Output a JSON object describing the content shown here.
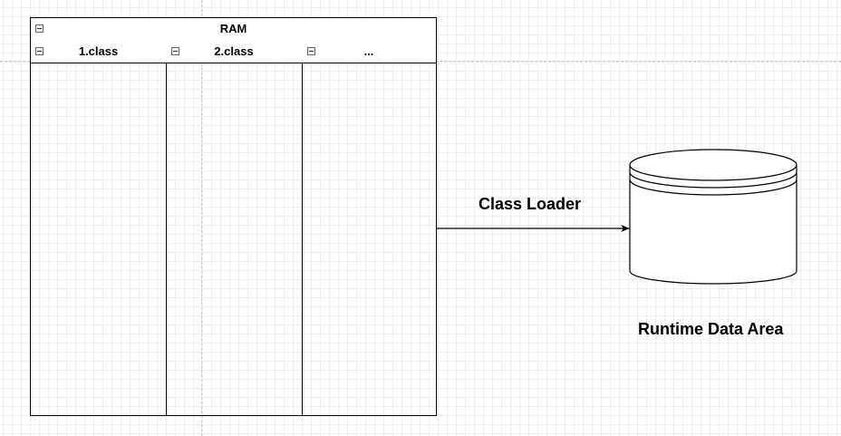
{
  "ram": {
    "title": "RAM",
    "columns": [
      {
        "title": "1.class"
      },
      {
        "title": "2.class"
      },
      {
        "title": "..."
      }
    ]
  },
  "connector": {
    "label": "Class Loader"
  },
  "storage": {
    "label": "Runtime Data Area"
  }
}
